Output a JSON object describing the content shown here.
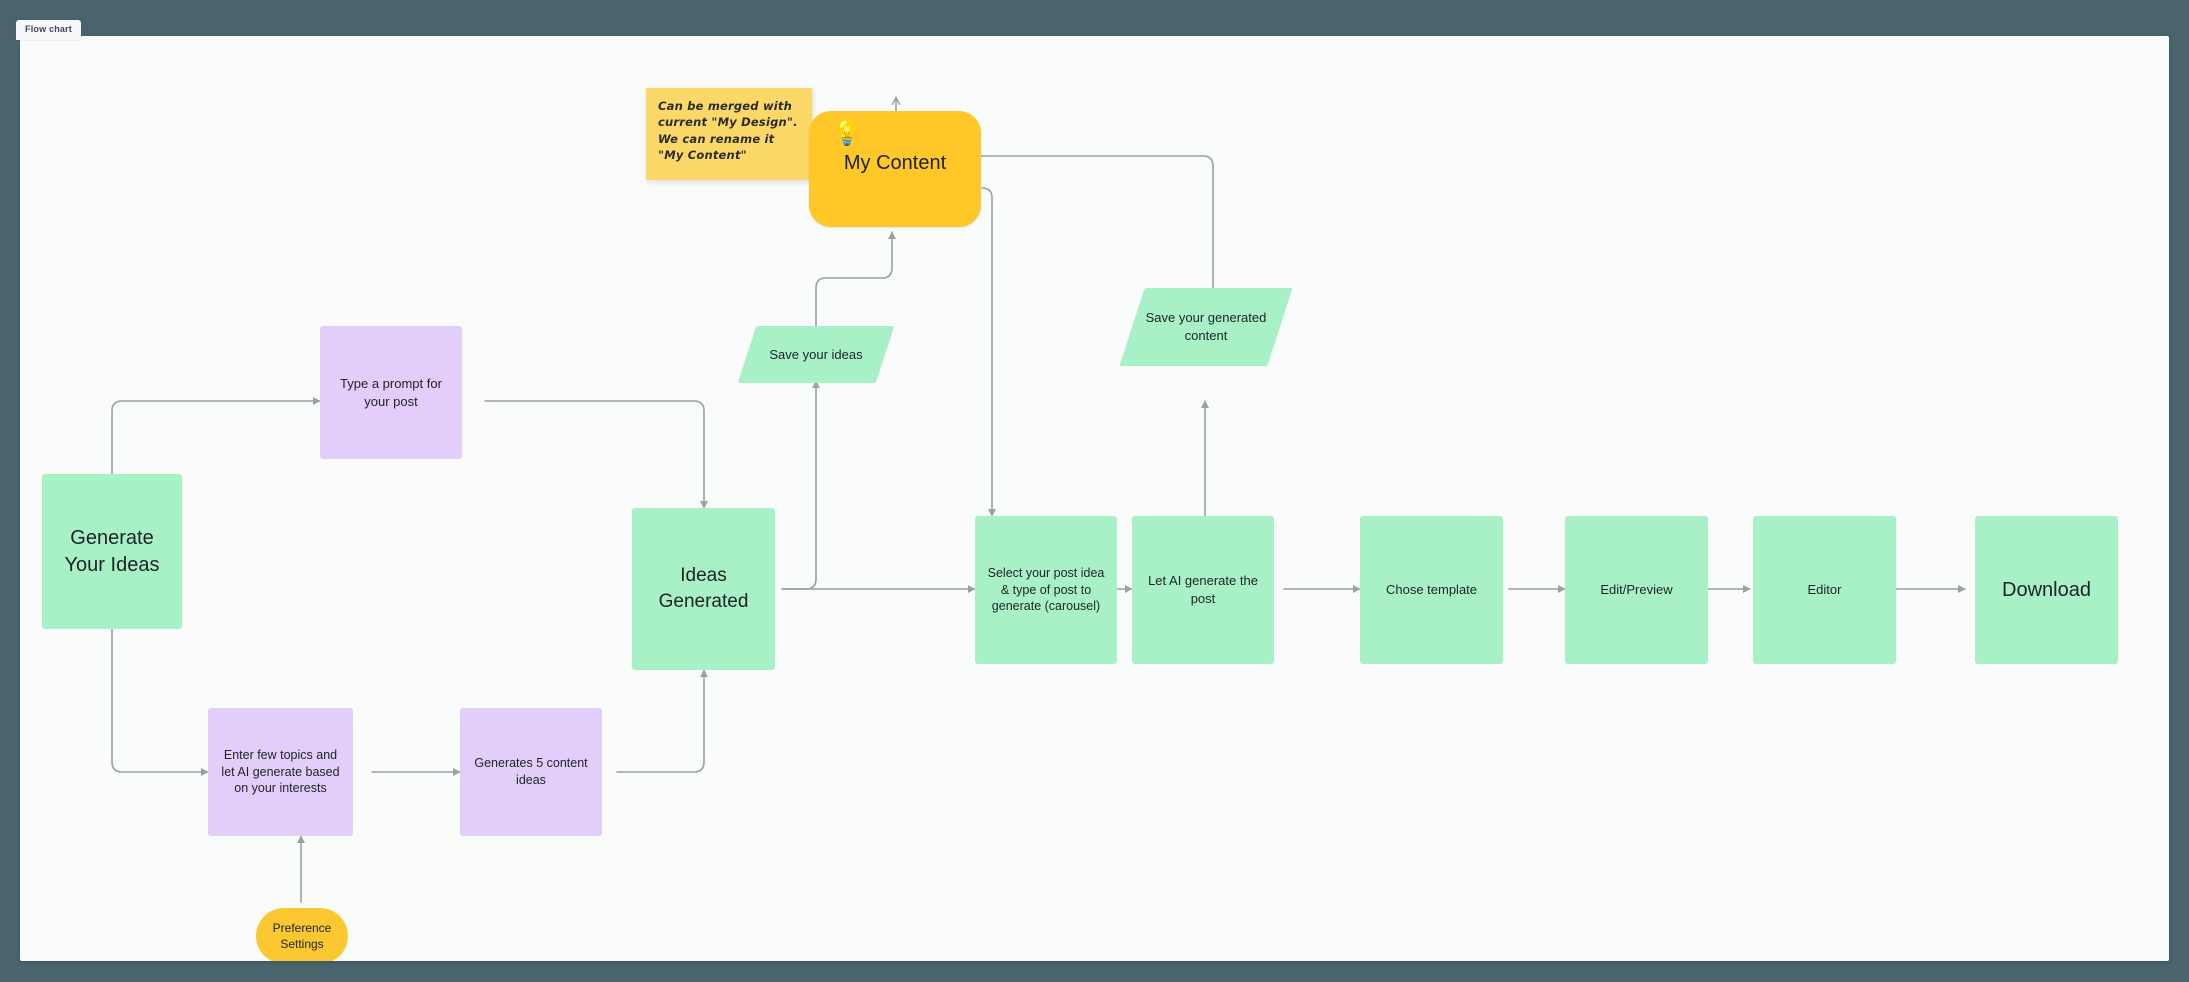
{
  "board": {
    "tab_label": "Flow chart",
    "canvas_bg": "#fafbfb",
    "page_bg": "#4a646e"
  },
  "colors": {
    "green": "#a8f0c6",
    "purple": "#e3cdfa",
    "yellow_card": "#ffc728",
    "yellow_note": "#fbd868",
    "yellow_pill": "#fbc832",
    "edge": "#9aa0a6",
    "text": "#1f2328"
  },
  "sticky_note": {
    "name": "sticky-note",
    "text": "Can be merged with\ncurrent \"My Design\".\nWe can rename it\n\"My Content\""
  },
  "highlight_card": {
    "icon": "lightbulb-icon",
    "icon_glyph": "💡",
    "title": "My Content"
  },
  "nodes": {
    "generate_your_ideas": {
      "label": "Generate\nYour Ideas",
      "shape": "rect",
      "color": "green"
    },
    "type_a_prompt": {
      "label": "Type a prompt for your post",
      "shape": "rect",
      "color": "purple"
    },
    "enter_few_topics": {
      "label": "Enter few topics and let AI generate based on your interests",
      "shape": "rect",
      "color": "purple"
    },
    "generates_5_ideas": {
      "label": "Generates 5 content ideas",
      "shape": "rect",
      "color": "purple"
    },
    "ideas_generated": {
      "label": "Ideas\nGenerated",
      "shape": "rect",
      "color": "green"
    },
    "save_your_ideas": {
      "label": "Save your ideas",
      "shape": "parallelogram",
      "color": "green"
    },
    "select_post_idea": {
      "label": "Select your post idea & type of post to generate (carousel)",
      "shape": "rect",
      "color": "green"
    },
    "let_ai_generate": {
      "label": "Let AI generate the post",
      "shape": "rect",
      "color": "green"
    },
    "save_generated_content": {
      "label": "Save your generated content",
      "shape": "parallelogram",
      "color": "green"
    },
    "chose_template": {
      "label": "Chose template",
      "shape": "rect",
      "color": "green"
    },
    "edit_preview": {
      "label": "Edit/Preview",
      "shape": "rect",
      "color": "green"
    },
    "editor": {
      "label": "Editor",
      "shape": "rect",
      "color": "green"
    },
    "download": {
      "label": "Download",
      "shape": "rect",
      "color": "green"
    },
    "preference_settings": {
      "label": "Preference Settings",
      "shape": "pill",
      "color": "yellow"
    }
  },
  "chart_data": {
    "type": "diagram",
    "title": "Flow chart",
    "nodes": [
      "Generate Your Ideas",
      "Type a prompt for your post",
      "Enter few topics and let AI generate based on your interests",
      "Generates 5 content ideas",
      "Ideas Generated",
      "Save your ideas",
      "My Content",
      "Select your post idea & type of post to generate (carousel)",
      "Let AI generate the post",
      "Save your generated content",
      "Chose template",
      "Edit/Preview",
      "Editor",
      "Download",
      "Preference Settings"
    ],
    "edges": [
      [
        "Generate Your Ideas",
        "Type a prompt for your post"
      ],
      [
        "Generate Your Ideas",
        "Enter few topics and let AI generate based on your interests"
      ],
      [
        "Type a prompt for your post",
        "Ideas Generated"
      ],
      [
        "Enter few topics and let AI generate based on your interests",
        "Generates 5 content ideas"
      ],
      [
        "Generates 5 content ideas",
        "Ideas Generated"
      ],
      [
        "Preference Settings",
        "Enter few topics and let AI generate based on your interests"
      ],
      [
        "Ideas Generated",
        "Save your ideas"
      ],
      [
        "Save your ideas",
        "My Content"
      ],
      [
        "Ideas Generated",
        "Select your post idea & type of post to generate (carousel)"
      ],
      [
        "My Content",
        "Select your post idea & type of post to generate (carousel)"
      ],
      [
        "Select your post idea & type of post to generate (carousel)",
        "Let AI generate the post"
      ],
      [
        "Let AI generate the post",
        "Save your generated content"
      ],
      [
        "Save your generated content",
        "My Content"
      ],
      [
        "Let AI generate the post",
        "Chose template"
      ],
      [
        "Chose template",
        "Edit/Preview"
      ],
      [
        "Edit/Preview",
        "Editor"
      ],
      [
        "Editor",
        "Download"
      ]
    ]
  }
}
